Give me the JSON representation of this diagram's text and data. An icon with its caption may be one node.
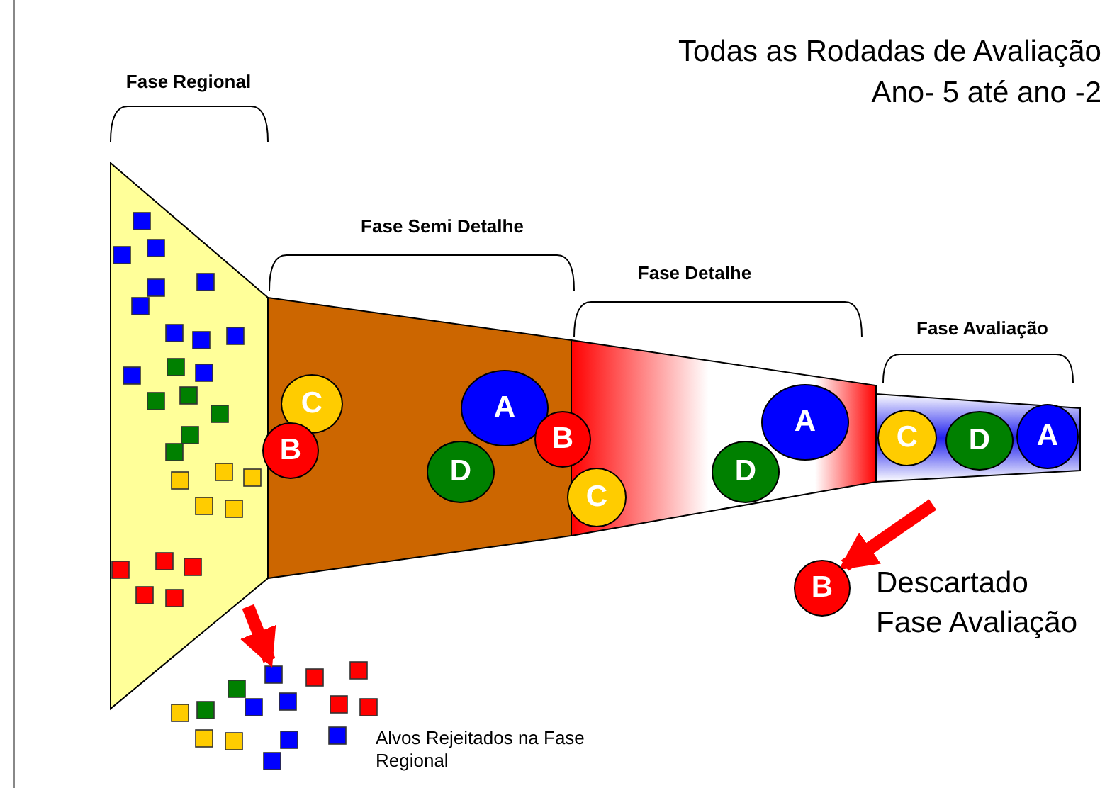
{
  "diagram": {
    "title": "Todas as Rodadas de Avaliação Ano- 5 até ano -2",
    "nodes": [
      {
        "text": [
          "Fase Regional"
        ]
      },
      {
        "text": [
          "Fase Semi Detalhe"
        ]
      },
      {
        "text": [
          "C"
        ],
        "in": 1
      },
      {
        "text": [
          "B"
        ],
        "in": 1
      },
      {
        "text": [
          "A"
        ],
        "in": 1
      },
      {
        "text": [
          "D"
        ],
        "in": 1
      },
      {
        "text": [
          "B"
        ],
        "in": 1
      },
      {
        "text": [
          "Fase Detalhe"
        ]
      },
      {
        "text": [
          "C"
        ],
        "in": 7
      },
      {
        "text": [
          "A"
        ],
        "in": 7
      },
      {
        "text": [
          "D"
        ],
        "in": 7
      },
      {
        "text": [
          "Fase Avaliação"
        ]
      },
      {
        "text": [
          "C"
        ],
        "in": 11
      },
      {
        "text": [
          "D"
        ],
        "in": 11
      },
      {
        "text": [
          "A"
        ],
        "in": 11
      },
      {
        "text": [
          "Alvos Rejeitados na Fase Regional"
        ]
      },
      {
        "text": [
          "B"
        ],
        "beside": [
          "Descartado Fase Avaliação"
        ]
      }
    ],
    "edges": [
      {
        "from": 0,
        "to": 15,
        "arrow": "to"
      },
      {
        "from": 11,
        "to": 16,
        "arrow": "to"
      }
    ]
  }
}
